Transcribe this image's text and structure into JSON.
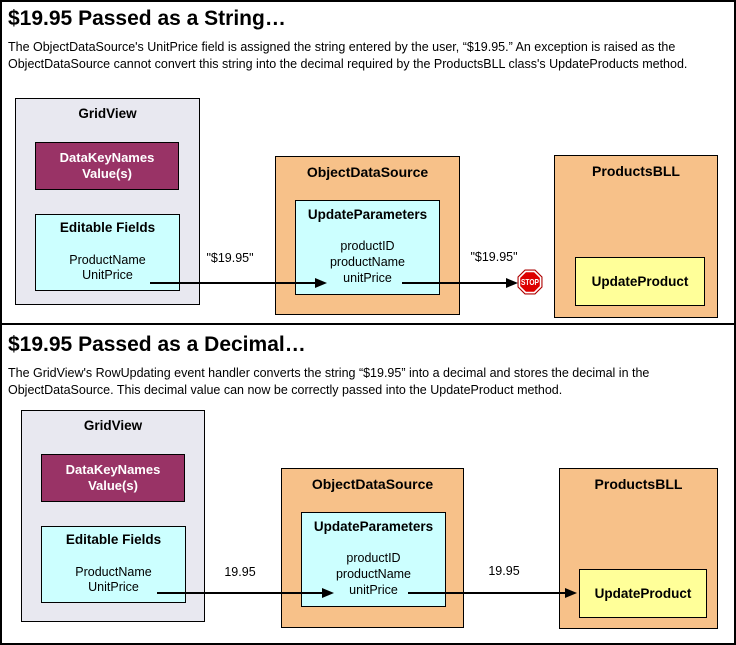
{
  "colors": {
    "gridview_bg": "#E8E8F0",
    "plum": "#993366",
    "cyan": "#CCFFFF",
    "tan": "#F7C189",
    "yellow": "#FFFF99",
    "stop_red": "#DD0000"
  },
  "panel_top": {
    "title": "$19.95 Passed as a String…",
    "description": "The ObjectDataSource's UnitPrice field is assigned the string entered by the user, “$19.95.” An exception is raised as the ObjectDataSource cannot convert this string into the decimal required by the ProductsBLL class's UpdateProducts method.",
    "gridview": {
      "title": "GridView",
      "datakeynames_line1": "DataKeyNames",
      "datakeynames_line2": "Value(s)",
      "editable_fields_title": "Editable Fields",
      "fields": [
        "ProductName",
        "UnitPrice"
      ]
    },
    "objectdatasource": {
      "title": "ObjectDataSource",
      "updateparameters_title": "UpdateParameters",
      "parameters": [
        "productID",
        "productName",
        "unitPrice"
      ]
    },
    "productsbll": {
      "title": "ProductsBLL",
      "updateproduct_label": "UpdateProduct"
    },
    "arrow1_label": "\"$19.95\"",
    "arrow2_label": "\"$19.95\"",
    "stop_label": "STOP"
  },
  "panel_bottom": {
    "title": "$19.95 Passed as a Decimal…",
    "description": "The GridView's RowUpdating event handler converts the string “$19.95” into a decimal and stores the decimal in the ObjectDataSource. This decimal value can now be correctly passed into the UpdateProduct method.",
    "gridview": {
      "title": "GridView",
      "datakeynames_line1": "DataKeyNames",
      "datakeynames_line2": "Value(s)",
      "editable_fields_title": "Editable Fields",
      "fields": [
        "ProductName",
        "UnitPrice"
      ]
    },
    "objectdatasource": {
      "title": "ObjectDataSource",
      "updateparameters_title": "UpdateParameters",
      "parameters": [
        "productID",
        "productName",
        "unitPrice"
      ]
    },
    "productsbll": {
      "title": "ProductsBLL",
      "updateproduct_label": "UpdateProduct"
    },
    "arrow1_label": "19.95",
    "arrow2_label": "19.95"
  }
}
